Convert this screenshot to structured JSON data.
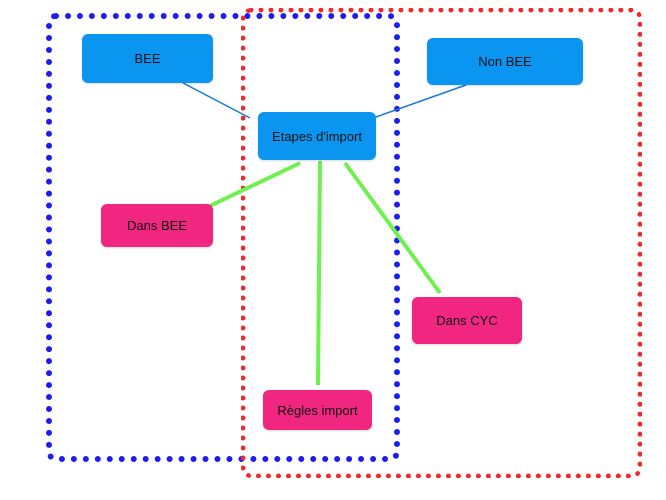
{
  "diagram": {
    "colors": {
      "blue_group_border": "#1d1df0",
      "red_group_border": "#f02a2a",
      "blue_node": "#0a96f0",
      "pink_node": "#f02680",
      "blue_edge": "#1a78d8",
      "green_edge": "#6ef04e"
    },
    "nodes": {
      "bee": {
        "label": "BEE"
      },
      "non_bee": {
        "label": "Non BEE"
      },
      "etapes": {
        "label": "Etapes d'import"
      },
      "dans_bee": {
        "label": "Dans BEE"
      },
      "dans_cyc": {
        "label": "Dans CYC"
      },
      "regles": {
        "label": "Règles import"
      }
    },
    "edges": [
      {
        "from": "etapes",
        "to": "bee",
        "color": "blue_edge"
      },
      {
        "from": "etapes",
        "to": "non_bee",
        "color": "blue_edge"
      },
      {
        "from": "etapes",
        "to": "dans_bee",
        "color": "green_edge"
      },
      {
        "from": "etapes",
        "to": "regles",
        "color": "green_edge"
      },
      {
        "from": "etapes",
        "to": "dans_cyc",
        "color": "green_edge"
      }
    ]
  }
}
